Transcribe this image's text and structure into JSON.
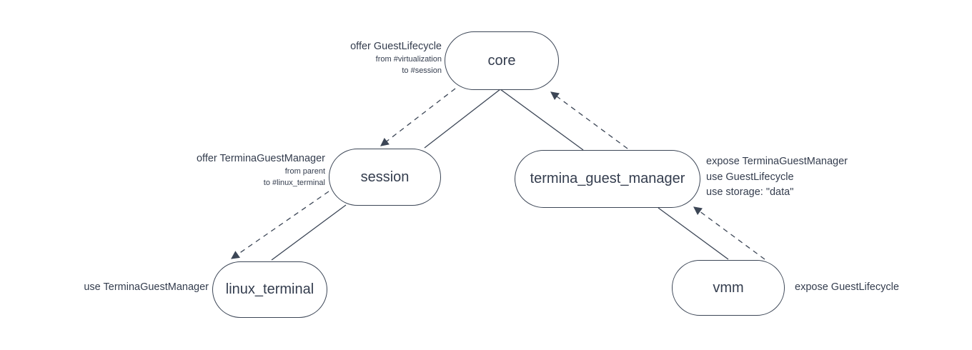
{
  "diagram": {
    "background": "#ffffff",
    "stroke_color": "#3c4656",
    "text_color": "#343d4e",
    "nodes": {
      "core": {
        "label": "core"
      },
      "session": {
        "label": "session"
      },
      "termina_guest_manager": {
        "label": "termina_guest_manager"
      },
      "linux_terminal": {
        "label": "linux_terminal"
      },
      "vmm": {
        "label": "vmm"
      }
    },
    "annotations": {
      "core": {
        "line1": "offer GuestLifecycle",
        "line2": "from #virtualization",
        "line3": "to #session"
      },
      "session": {
        "line1": "offer TerminaGuestManager",
        "line2": "from parent",
        "line3": "to #linux_terminal"
      },
      "linux_terminal": {
        "line1": "use TerminaGuestManager"
      },
      "termina_guest_manager": {
        "line1": "expose TerminaGuestManager",
        "line2": "use GuestLifecycle",
        "line3": "use storage: \"data\""
      },
      "vmm": {
        "line1": "expose GuestLifecycle"
      }
    },
    "edges": [
      {
        "from": "core",
        "to": "session",
        "style": "solid"
      },
      {
        "from": "core",
        "to": "termina_guest_manager",
        "style": "solid"
      },
      {
        "from": "session",
        "to": "linux_terminal",
        "style": "solid"
      },
      {
        "from": "termina_guest_manager",
        "to": "vmm",
        "style": "solid"
      },
      {
        "from": "core",
        "to": "session",
        "style": "dashed-arrow"
      },
      {
        "from": "termina_guest_manager",
        "to": "core",
        "style": "dashed-arrow"
      },
      {
        "from": "session",
        "to": "linux_terminal",
        "style": "dashed-arrow"
      },
      {
        "from": "vmm",
        "to": "termina_guest_manager",
        "style": "dashed-arrow"
      }
    ]
  }
}
